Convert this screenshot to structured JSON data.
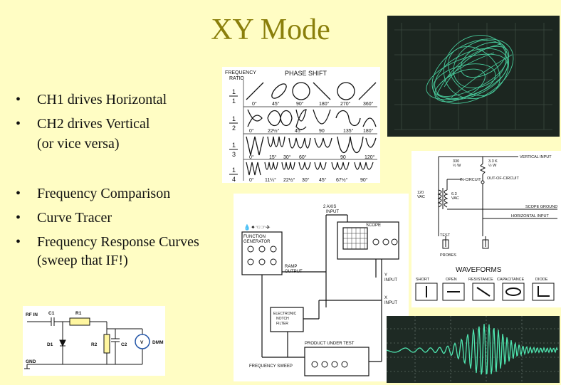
{
  "slide": {
    "title": "XY Mode",
    "bullets_a": [
      "CH1 drives Horizontal",
      "CH2 drives Vertical"
    ],
    "bullets_a_cont": "(or vice versa)",
    "bullets_b": [
      "Frequency Comparison",
      "Curve Tracer",
      "Frequency Response Curves"
    ],
    "bullets_b_cont": "(sweep that IF!)",
    "bullet_glyph": "•"
  },
  "lissajous": {
    "freq_label_1": "FREQUENCY",
    "freq_label_2": "RATIO",
    "phase_label": "PHASE SHIFT",
    "ratio_1": "1",
    "ratio_2": "2",
    "ratio_3": "3",
    "ratio_4": "4",
    "row1": [
      "0°",
      "45°",
      "90°",
      "180°",
      "270°",
      "360°"
    ],
    "row2": [
      "0°",
      "22½°",
      "45°",
      "90",
      "135°",
      "180°"
    ],
    "row3": [
      "0°",
      "15°",
      "30°",
      "60°",
      "90",
      "120°"
    ],
    "row4": [
      "0°",
      "11¼°",
      "22½°",
      "30°",
      "45°",
      "67½°",
      "90°"
    ]
  },
  "test_setup": {
    "symbols": "💧✦☜☞✈",
    "generator_1": "FUNCTION",
    "generator_2": "GENERATOR",
    "axis_1": "2 AXIS",
    "axis_2": "INPUT",
    "scope": "SCOPE",
    "ramp_1": "RAMP",
    "ramp_2": "OUTPUT",
    "y_1": "Y",
    "y_2": "INPUT",
    "x_1": "X",
    "x_2": "INPUT",
    "notch_1": "ELECTRONIC",
    "notch_2": "NOTCH",
    "notch_3": "FILTER",
    "product": "PRODUCT UNDER TEST",
    "sweep": "FREQUENCY SWEEP"
  },
  "curve_tracer": {
    "vertical_input": "VERTICAL INPUT",
    "r1": "330",
    "r1w": "½ W",
    "r2": "3.3 K",
    "r2w": "½ W",
    "in_circuit": "IN-CIRCUIT",
    "out_circuit": "OUT-OF-CIRCUIT",
    "vac_1": "120",
    "vac_2": "VAC",
    "sec_1": "6.3",
    "sec_2": "VAC",
    "scope_ground": "SCOPE GROUND",
    "horizontal_input": "HORIZONTAL INPUT",
    "test_1": "TEST",
    "test_2": "PROBES",
    "waveforms": "WAVEFORMS",
    "labels": [
      "SHORT",
      "OPEN",
      "RESISTANCE",
      "CAPACITANCE",
      "DIODE"
    ]
  },
  "detector": {
    "rf_in": "RF IN",
    "c1": "C1",
    "r1": "R1",
    "d1": "D1",
    "r2": "R2",
    "c2": "C2",
    "v": "V",
    "dmm": "DMM",
    "gnd": "GND"
  },
  "colors": {
    "background": "#fffdc4",
    "title": "#8a7f0b",
    "trace": "#4fe6b0",
    "scope_bg": "#1c2620"
  }
}
